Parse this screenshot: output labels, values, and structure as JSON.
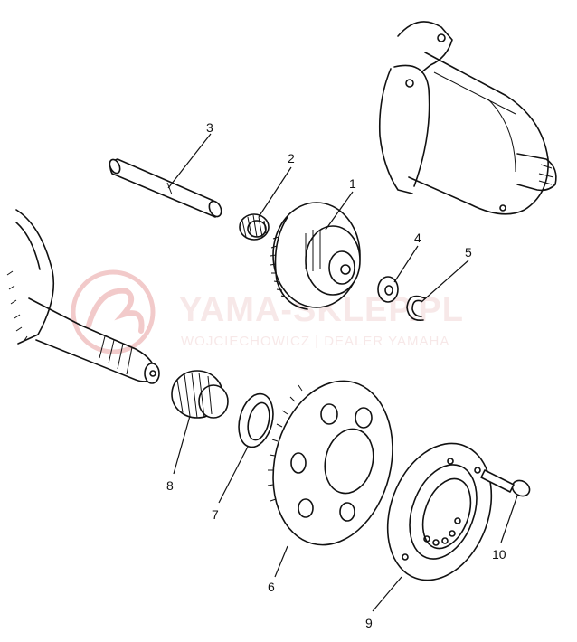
{
  "callouts": {
    "c1": "1",
    "c2": "2",
    "c3": "3",
    "c4": "4",
    "c5": "5",
    "c6": "6",
    "c7": "7",
    "c8": "8",
    "c9": "9",
    "c10": "10"
  },
  "watermark": {
    "main": "YAMA-SKLEP.PL",
    "sub": "WOJCIECHOWICZ | DEALER YAMAHA",
    "color": "#e05050"
  },
  "colors": {
    "ink": "#111111",
    "paper": "#ffffff"
  }
}
